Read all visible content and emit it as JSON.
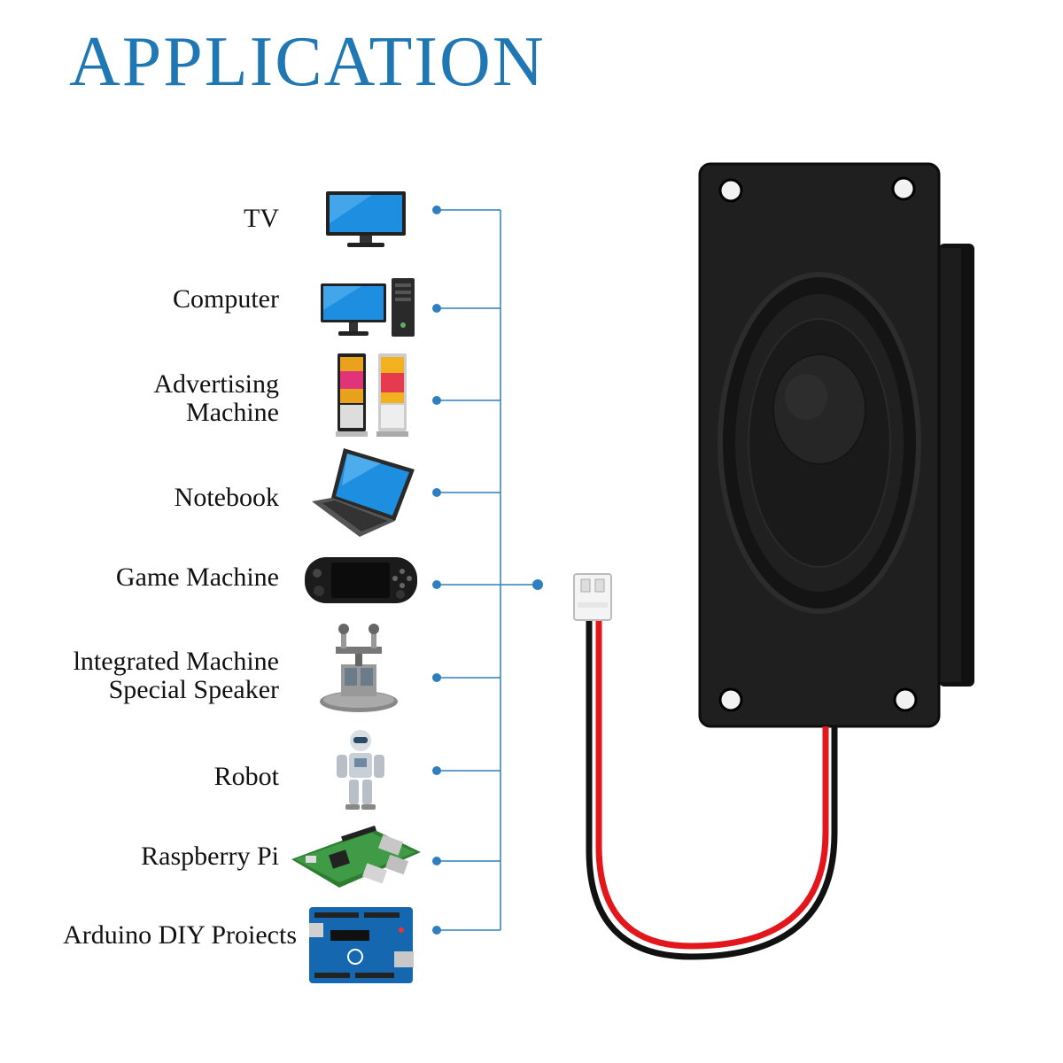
{
  "title": "APPLICATION",
  "items": [
    {
      "label_lines": [
        "TV"
      ],
      "icon": "tv-icon"
    },
    {
      "label_lines": [
        "Computer"
      ],
      "icon": "computer-icon"
    },
    {
      "label_lines": [
        "Advertising",
        "Machine"
      ],
      "icon": "advertising-machine-icon"
    },
    {
      "label_lines": [
        "Notebook"
      ],
      "icon": "notebook-icon"
    },
    {
      "label_lines": [
        "Game Machine"
      ],
      "icon": "game-machine-icon"
    },
    {
      "label_lines": [
        "lntegrated Machine",
        "Special Speaker"
      ],
      "icon": "integrated-machine-icon"
    },
    {
      "label_lines": [
        "Robot"
      ],
      "icon": "robot-icon"
    },
    {
      "label_lines": [
        "Raspberry Pi"
      ],
      "icon": "raspberry-pi-icon"
    },
    {
      "label_lines": [
        "Arduino DIY Proiects"
      ],
      "icon": "arduino-icon"
    }
  ],
  "colors": {
    "title": "#1f78b4",
    "connector": "#2f7fbf",
    "speaker_body": "#1a1a1a",
    "wire_red": "#e3161b",
    "wire_black": "#111111"
  }
}
